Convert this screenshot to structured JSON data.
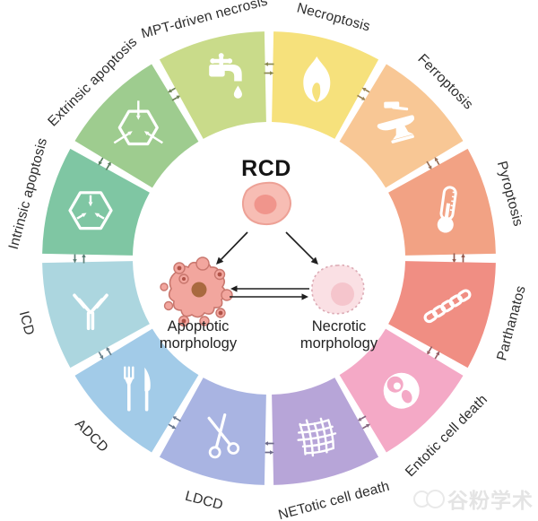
{
  "figure": {
    "center": {
      "label": "RCD",
      "apoptotic_caption": [
        "Apoptotic",
        "morphology"
      ],
      "necrotic_caption": [
        "Necrotic",
        "morphology"
      ],
      "colors": {
        "cell_body": "#f7bdb4",
        "cell_outline": "#eda196",
        "cell_nucleus": "#f0958c",
        "apoptotic_body": "#f2a69e",
        "apoptotic_outline": "#c9776e",
        "apoptotic_nucleus": "#a9693f",
        "apoptotic_dot": "#b05348",
        "necrotic_body": "#fae0e4",
        "necrotic_outline": "#dcaab4",
        "necrotic_nucleus": "#f5c5cc",
        "arrow": "#1f1f1f"
      }
    },
    "wheel": {
      "segments": [
        {
          "label": "Necroptosis",
          "icon": "flame-icon",
          "color": "#f6e17c",
          "angle": -75
        },
        {
          "label": "Ferroptosis",
          "icon": "anvil-hammer-icon",
          "color": "#f8c795",
          "angle": -45
        },
        {
          "label": "Pyroptosis",
          "icon": "thermometer-icon",
          "color": "#f2a284",
          "angle": -15
        },
        {
          "label": "Parthanatos",
          "icon": "chain-icon",
          "color": "#f08e83",
          "angle": 15
        },
        {
          "label": "Entotic cell death",
          "icon": "cell-in-cell-icon",
          "color": "#f4a9c6",
          "angle": 45
        },
        {
          "label": "NETotic cell death",
          "icon": "net-mesh-icon",
          "color": "#b7a5d8",
          "angle": 75
        },
        {
          "label": "LDCD",
          "icon": "scissors-icon",
          "color": "#a9b4e2",
          "angle": 105
        },
        {
          "label": "ADCD",
          "icon": "fork-knife-icon",
          "color": "#a2cbe8",
          "angle": 135
        },
        {
          "label": "ICD",
          "icon": "antibody-icon",
          "color": "#acd6df",
          "angle": 165
        },
        {
          "label": "Intrinsic apoptosis",
          "icon": "hexagon-inward-arrows-icon",
          "color": "#7fc6a3",
          "angle": -165
        },
        {
          "label": "Extrinsic apoptosis",
          "icon": "hexagon-crossing-arrows-icon",
          "color": "#9ecc8f",
          "angle": -135
        },
        {
          "label": "MPT-driven necrosis",
          "icon": "faucet-drip-icon",
          "color": "#c9db8a",
          "angle": -105
        }
      ]
    },
    "watermark": {
      "text": "谷粉学术"
    }
  }
}
